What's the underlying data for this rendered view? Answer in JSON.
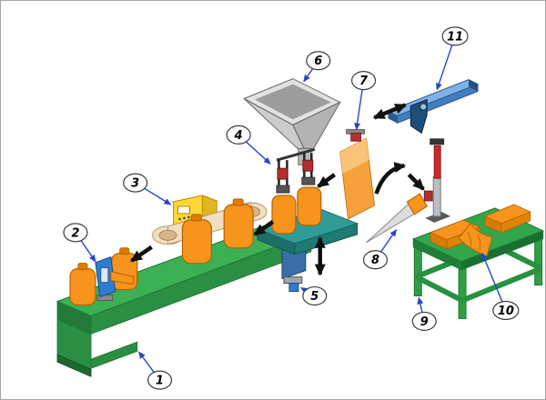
{
  "figure": {
    "type": "technical-diagram",
    "description": "Isometric schematic of an automated bag filling and packaging line with numbered callouts",
    "background": "#ffffff",
    "border_color": "#a6a6a6"
  },
  "colors": {
    "conveyor_green": "#2f9e45",
    "bag_orange": "#f7941d",
    "control_panel_yellow": "#ffd633",
    "device_blue": "#2f7bd0",
    "rail_blue": "#7fb2e5",
    "hopper_gray": "#c9c9c9",
    "platform_teal": "#2e9d97",
    "table_green": "#33a64c",
    "accent_red": "#b03030",
    "flow_arrow_black": "#111111",
    "callout_arrow_blue": "#2746c9"
  },
  "callouts": [
    {
      "label": "1",
      "part": "belt-conveyor"
    },
    {
      "label": "2",
      "part": "bag-pickup-device"
    },
    {
      "label": "3",
      "part": "control-panel"
    },
    {
      "label": "4",
      "part": "filling-heads"
    },
    {
      "label": "5",
      "part": "bag-clamp-lift"
    },
    {
      "label": "6",
      "part": "feed-hopper"
    },
    {
      "label": "7",
      "part": "bag-flattening-plate"
    },
    {
      "label": "8",
      "part": "forming-cone"
    },
    {
      "label": "9",
      "part": "packing-table"
    },
    {
      "label": "10",
      "part": "bag-stack"
    },
    {
      "label": "11",
      "part": "linear-actuator"
    }
  ]
}
